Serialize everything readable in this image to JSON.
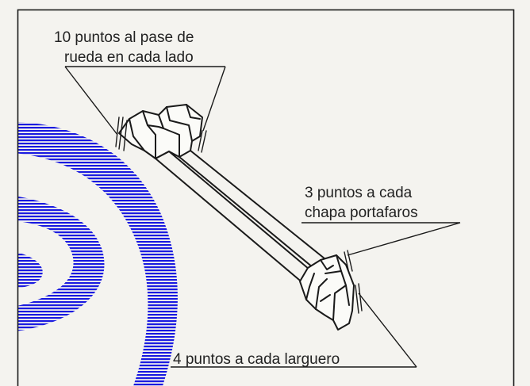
{
  "labels": {
    "wheel_arch": {
      "line1": "10 puntos al pase de",
      "line2": "rueda en cada lado"
    },
    "headlamp_panel": {
      "line1": "3 puntos a cada",
      "line2": "chapa portafaros"
    },
    "side_member": {
      "line1": "4 puntos a cada larguero"
    }
  },
  "colors": {
    "frame": "#1a1a1a",
    "ink": "#222222",
    "watermark": "#1a1ae0",
    "paper": "#f4f3ef"
  }
}
